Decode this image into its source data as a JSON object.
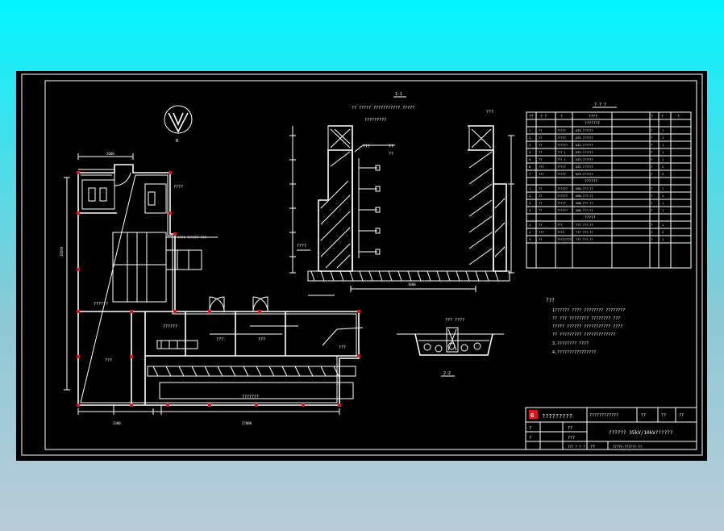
{
  "colors": {
    "background_top": "#00f6ff",
    "background_bottom": "#b9ccd8",
    "canvas": "#000000",
    "line": "#ffffff",
    "accent": "#e0141a"
  },
  "plan": {
    "north_label": "N",
    "label_qm": "????",
    "label_qm2": "??????",
    "label_qm3": "???",
    "label_partial": "???? ?????? ???",
    "room_left": "???",
    "room_mid1": "???",
    "room_mid2": "???",
    "corridor": "???????",
    "dim_bottom_left": "3300",
    "dim_bottom_right": "27000",
    "dim_top": "2000",
    "dim_left": "10500"
  },
  "section": {
    "title": "1-1",
    "top_label1": "?? ????? ??????????? ?????",
    "top_label2": "?????????",
    "top_right": "???",
    "mid_label1": "???",
    "mid_label2": "??",
    "mid_label3": "??",
    "bottom_label": "????",
    "dim_bottom": "3000"
  },
  "section2": {
    "title": "2-2",
    "label": "??? ????"
  },
  "table": {
    "title": "? ? ?",
    "headers": [
      "??",
      "? ?",
      "?",
      "????",
      "?",
      "?",
      "?"
    ],
    "group1": "???????",
    "group2": "??????",
    "group3": "?????",
    "rows": [
      [
        "1",
        "??",
        "?????",
        "GZ3-??????",
        "?",
        "1"
      ],
      [
        "2",
        "??",
        "?????",
        "GZ3-??????",
        "?",
        "1"
      ],
      [
        "3",
        "??",
        "??????",
        "GZ3-??????",
        "?",
        "1"
      ],
      [
        "4",
        "??",
        "??? 1",
        "GZ3-??????",
        "?",
        "1"
      ],
      [
        "5",
        "??",
        "??? 1",
        "GZ3-??????",
        "?",
        "1"
      ],
      [
        "6",
        "???",
        "?????",
        "GZ3-??????",
        "?",
        "2"
      ],
      [
        "7",
        "???",
        "?????",
        "GZ3-??????",
        "?",
        "2"
      ],
      [
        "1",
        "??",
        "??????",
        "XGN-???-??",
        "?",
        "1"
      ],
      [
        "2",
        "??",
        "??????",
        "XGN-???-??",
        "?",
        "1"
      ],
      [
        "3",
        "??",
        "?????",
        "XGN-???-??",
        "?",
        "1"
      ],
      [
        "4",
        "??",
        "??????",
        "XGN-???-??",
        "?",
        "1"
      ],
      [
        "1",
        "??",
        "???",
        "??? ???-??",
        "?",
        "1"
      ],
      [
        "2",
        "???",
        "????",
        "??? ???-??",
        "?",
        "2"
      ],
      [
        "3",
        "??",
        "?????????",
        "??? ???-??",
        "?",
        "1"
      ]
    ]
  },
  "notes": {
    "title": "???",
    "lines": [
      "1?????? ???? ???????? ????????",
      "?? ??? ???????? ???????? ???",
      "????? ?????? ??????????? ????",
      "?? ????????? ?????????????",
      "3.???????? ????",
      "4.????????????????"
    ]
  },
  "title_block": {
    "company": "?????????",
    "project": "????????????",
    "drawing_title": "?????? 35kV/10kV??????",
    "drawing_no": "?????-??????-??",
    "cells": [
      "??",
      "??",
      "??",
      "?",
      "?",
      "??",
      "???",
      "??? ? ? ?",
      "??"
    ]
  }
}
